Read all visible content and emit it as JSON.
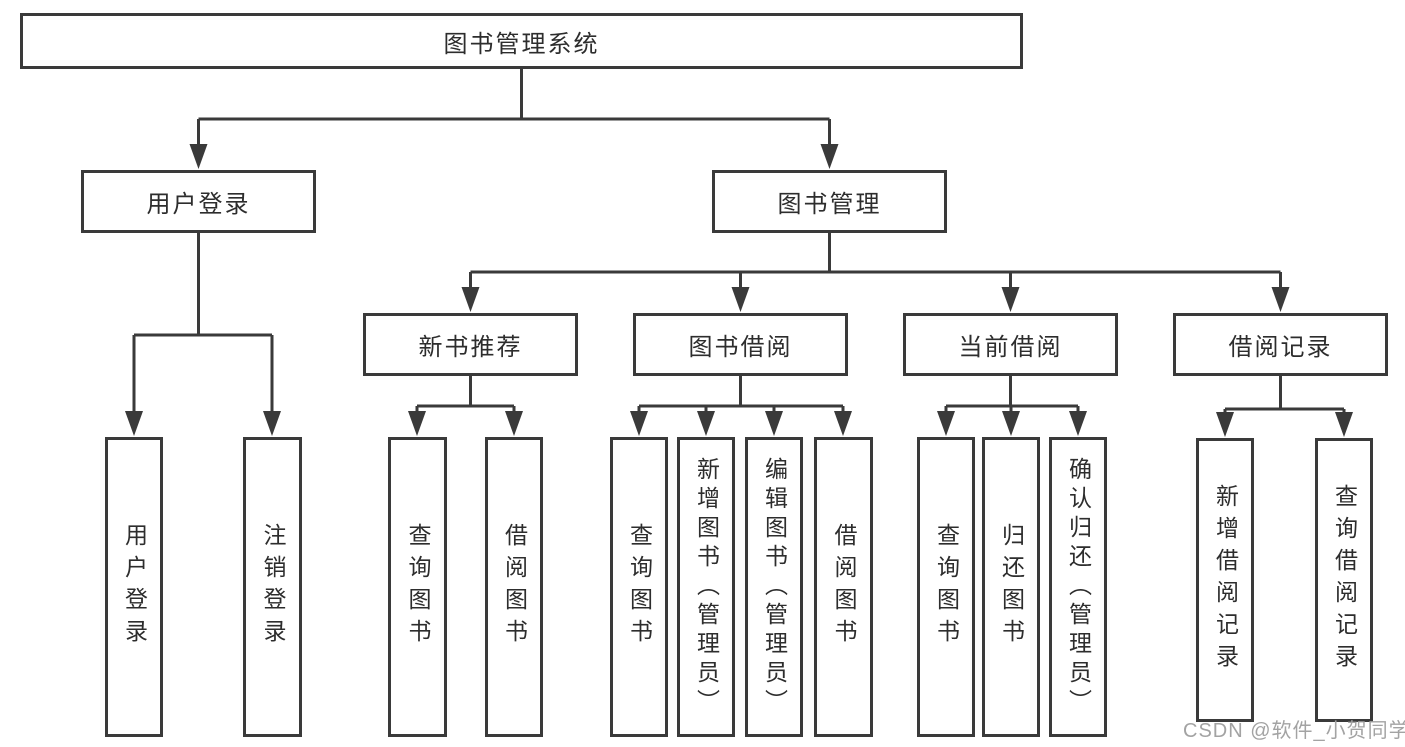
{
  "title": "图书管理系统",
  "watermark": "CSDN @软件_小贺同学",
  "colors": {
    "background": "#ffffff",
    "line": "#3a3a3a",
    "box_border": "#3a3a3a",
    "box_fill": "#ffffff",
    "text": "#2d2d2d",
    "watermark": "#a3a3a3"
  },
  "tree": {
    "label": "图书管理系统",
    "children": [
      {
        "label": "用户登录",
        "children": [
          {
            "label": "用户登录"
          },
          {
            "label": "注销登录"
          }
        ]
      },
      {
        "label": "图书管理",
        "children": [
          {
            "label": "新书推荐",
            "children": [
              {
                "label": "查询图书"
              },
              {
                "label": "借阅图书"
              }
            ]
          },
          {
            "label": "图书借阅",
            "children": [
              {
                "label": "查询图书"
              },
              {
                "label": "新增图书（管理员）"
              },
              {
                "label": "编辑图书（管理员）"
              },
              {
                "label": "借阅图书"
              }
            ]
          },
          {
            "label": "当前借阅",
            "children": [
              {
                "label": "查询图书"
              },
              {
                "label": "归还图书"
              },
              {
                "label": "确认归还（管理员）"
              }
            ]
          },
          {
            "label": "借阅记录",
            "children": [
              {
                "label": "新增借阅记录"
              },
              {
                "label": "查询借阅记录"
              }
            ]
          }
        ]
      }
    ]
  }
}
